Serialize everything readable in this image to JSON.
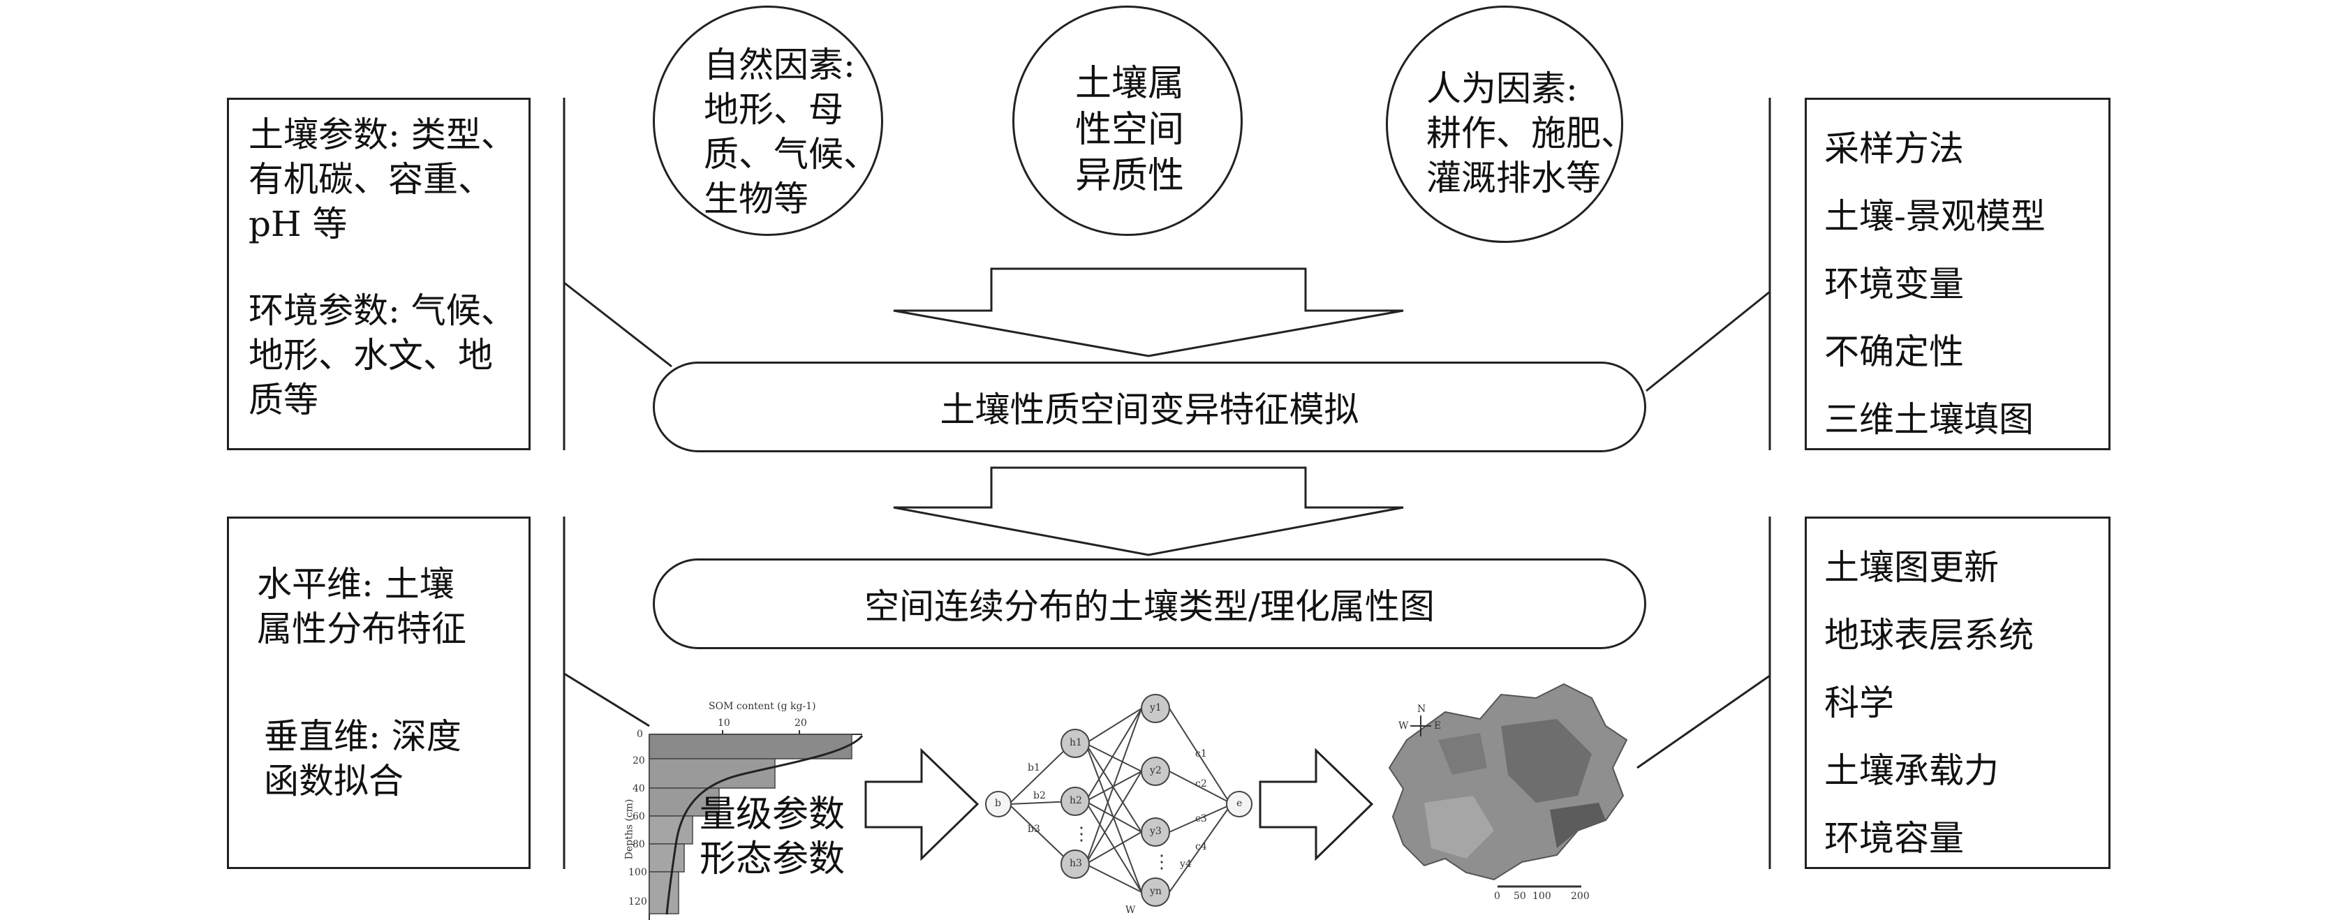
{
  "left_top": [
    "土壤参数: 类型、",
    "有机碳、容重、",
    "pH 等",
    "环境参数: 气候、",
    "地形、水文、地",
    "质等"
  ],
  "left_bottom": [
    "水平维: 土壤",
    "属性分布特征",
    "垂直维: 深度",
    "函数拟合"
  ],
  "circle_natural": [
    "自然因素:",
    "地形、母",
    "质、气候、",
    "生物等"
  ],
  "circle_center": [
    "土壤属",
    "性空间",
    "异质性"
  ],
  "circle_human": [
    "人为因素:",
    "耕作、施肥、",
    "灌溉排水等"
  ],
  "pill_top": "土壤性质空间变异特征模拟",
  "pill_bottom": "空间连续分布的土壤类型/理化属性图",
  "right_top": [
    "采样方法",
    "土壤-景观模型",
    "环境变量",
    "不确定性",
    "三维土壤填图"
  ],
  "right_bottom": [
    "土壤图更新",
    "地球表层系统",
    "科学",
    "土壤承载力",
    "环境容量"
  ],
  "profile_overlay": [
    "量级参数",
    "形态参数"
  ],
  "som_chart": {
    "title": "SOM content (g kg-1)",
    "ylabel": "Depths (cm)",
    "x_ticks": [
      "10",
      "20"
    ],
    "y_ticks": [
      "0",
      "20",
      "40",
      "60",
      "80",
      "100",
      "120"
    ]
  },
  "network": {
    "input": "b",
    "hidden": [
      "h1",
      "h2",
      "h3"
    ],
    "outputs": [
      "y1",
      "y2",
      "y3",
      "y4",
      "yn"
    ],
    "final": "e",
    "dots": "⋮",
    "wlabel": "W",
    "weights": [
      "b1",
      "b2",
      "b3",
      "c1",
      "c2",
      "c3",
      "c4"
    ]
  },
  "map": {
    "compass_n": "N",
    "compass_w": "W",
    "compass_e": "E",
    "scale_ticks": [
      "0",
      "50",
      "100",
      "200"
    ]
  }
}
